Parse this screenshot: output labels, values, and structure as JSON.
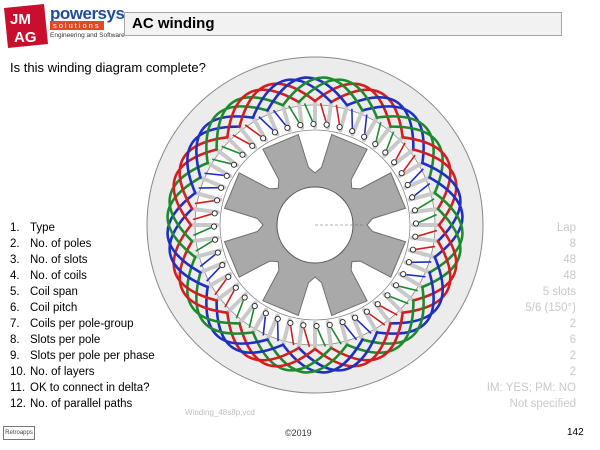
{
  "header": {
    "logo_text": "JMAG",
    "brand_name": "powersys",
    "brand_sub": "solutions",
    "brand_tagline": "Engineering and Software",
    "title": "AC winding"
  },
  "question": "Is this winding diagram complete?",
  "properties": [
    {
      "num": "1.",
      "label": "Type",
      "value": "Lap"
    },
    {
      "num": "2.",
      "label": "No. of poles",
      "value": "8"
    },
    {
      "num": "3.",
      "label": "No. of slots",
      "value": "48"
    },
    {
      "num": "4.",
      "label": "No. of coils",
      "value": "48"
    },
    {
      "num": "5.",
      "label": "Coil span",
      "value": "5 slots"
    },
    {
      "num": "6.",
      "label": "Coil pitch",
      "value": "5/6 (150°)"
    },
    {
      "num": "7.",
      "label": "Coils per pole-group",
      "value": "2"
    },
    {
      "num": "8.",
      "label": "Slots per pole",
      "value": "6"
    },
    {
      "num": "9.",
      "label": "Slots per pole per phase",
      "value": "2"
    },
    {
      "num": "10.",
      "label": "No. of layers",
      "value": "2"
    },
    {
      "num": "11.",
      "label": "OK to connect in delta?",
      "value": "IM: YES;  PM: NO"
    },
    {
      "num": "12.",
      "label": "No. of parallel paths",
      "value": "Not specified"
    }
  ],
  "diagram": {
    "slots": 48,
    "poles": 8,
    "coil_span": 5,
    "phase_colors": [
      "#d11f1f",
      "#1f2fbf",
      "#1e8a2e"
    ],
    "filename": "Winding_48s8p.vcd"
  },
  "footer": {
    "logo_text": "Retroapps",
    "copyright": "©2019",
    "page": "142"
  }
}
